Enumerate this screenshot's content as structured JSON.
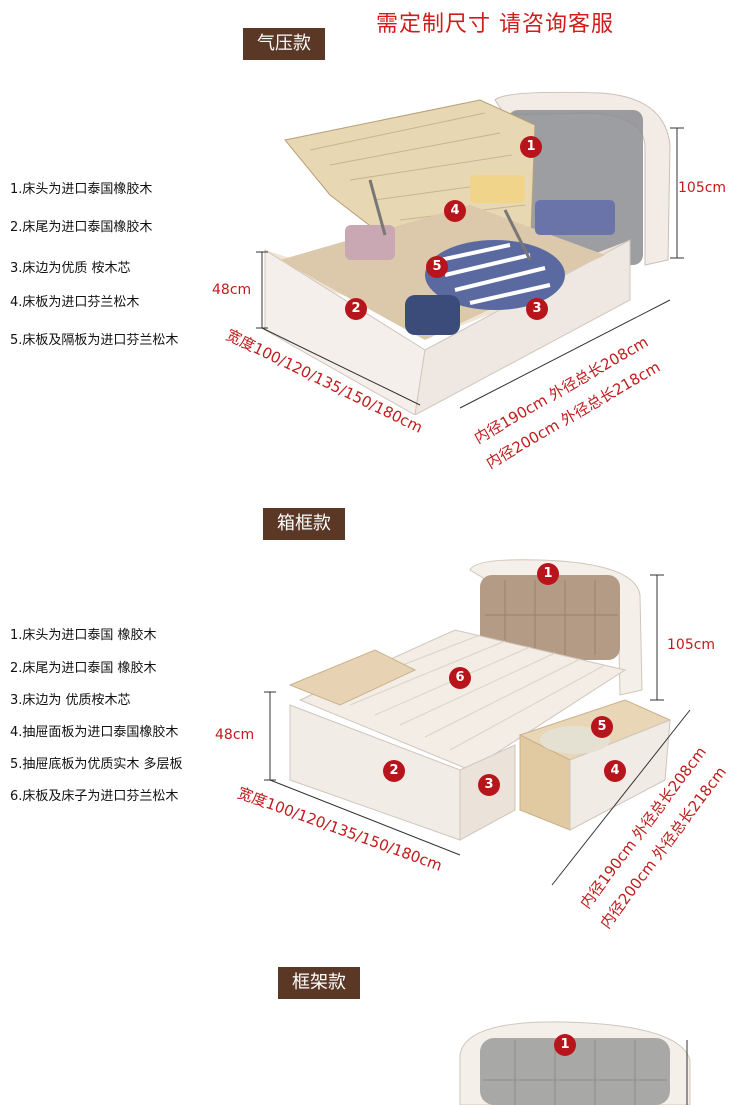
{
  "headline": "需定制尺寸 请咨询客服",
  "sections": [
    {
      "tag": "气压款",
      "specs": [
        "1.床头为进口泰国橡胶木",
        "2.床尾为进口泰国橡胶木",
        "3.床边为优质 桉木芯",
        "4.床板为进口芬兰松木",
        "5.床板及隔板为进口芬兰松木"
      ],
      "height_label": "105cm",
      "foot_height_label": "48cm",
      "width_label": "宽度100/120/135/150/180cm",
      "length_label_1": "内径190cm 外径总长208cm",
      "length_label_2": "内径200cm 外径总长218cm",
      "badges": [
        "1",
        "2",
        "3",
        "4",
        "5"
      ]
    },
    {
      "tag": "箱框款",
      "specs": [
        "1.床头为进口泰国 橡胶木",
        "2.床尾为进口泰国 橡胶木",
        "3.床边为 优质桉木芯",
        "4.抽屉面板为进口泰国橡胶木",
        "5.抽屉底板为优质实木 多层板",
        "6.床板及床子为进口芬兰松木"
      ],
      "height_label": "105cm",
      "foot_height_label": "48cm",
      "width_label": "宽度100/120/135/150/180cm",
      "length_label_1": "内径190cm 外径总长208cm",
      "length_label_2": "内径200cm 外径总长218cm",
      "badges": [
        "1",
        "2",
        "3",
        "4",
        "5",
        "6"
      ]
    },
    {
      "tag": "框架款",
      "badges": [
        "1"
      ]
    }
  ],
  "colors": {
    "accent": "#d21c1c",
    "tag_bg": "#5b3725",
    "badge": "#b8141c"
  }
}
